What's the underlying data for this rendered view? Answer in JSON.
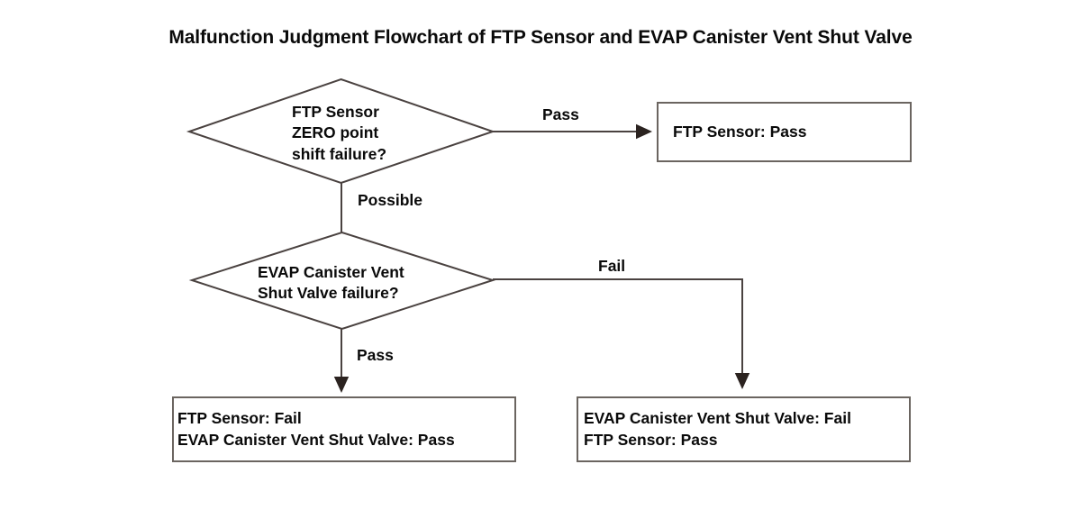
{
  "title": "Malfunction Judgment Flowchart of FTP Sensor and EVAP Canister Vent Shut Valve",
  "colors": {
    "background": "#ffffff",
    "line": "#4a4240",
    "box_border": "#6b6560",
    "text": "#0a0a0a"
  },
  "chart_data": {
    "type": "diagram",
    "title": "Malfunction Judgment Flowchart of FTP Sensor and EVAP Canister Vent Shut Valve",
    "nodes": [
      {
        "id": "decision1",
        "shape": "diamond",
        "lines": [
          "FTP Sensor",
          "ZERO point",
          "shift failure?"
        ]
      },
      {
        "id": "result_ftp_pass",
        "shape": "rectangle",
        "lines": [
          "FTP Sensor: Pass"
        ]
      },
      {
        "id": "decision2",
        "shape": "diamond",
        "lines": [
          "EVAP Canister Vent",
          "Shut Valve failure?"
        ]
      },
      {
        "id": "result_left",
        "shape": "rectangle",
        "lines": [
          "FTP Sensor: Fail",
          "EVAP Canister Vent Shut Valve: Pass"
        ]
      },
      {
        "id": "result_right",
        "shape": "rectangle",
        "lines": [
          "EVAP Canister Vent Shut Valve: Fail",
          "FTP Sensor: Pass"
        ]
      }
    ],
    "edges": [
      {
        "from": "decision1",
        "to": "result_ftp_pass",
        "label": "Pass",
        "direction": "right"
      },
      {
        "from": "decision1",
        "to": "decision2",
        "label": "Possible",
        "direction": "down"
      },
      {
        "from": "decision2",
        "to": "result_right",
        "label": "Fail",
        "direction": "right-then-down"
      },
      {
        "from": "decision2",
        "to": "result_left",
        "label": "Pass",
        "direction": "down"
      }
    ]
  },
  "nodes": {
    "decision1": {
      "line1": "FTP Sensor",
      "line2": "ZERO point",
      "line3": "shift failure?"
    },
    "decision2": {
      "line1": "EVAP Canister Vent",
      "line2": "Shut Valve failure?"
    },
    "result_ftp_pass": {
      "line1": "FTP Sensor: Pass"
    },
    "result_left": {
      "line1": "FTP Sensor: Fail",
      "line2": "EVAP Canister Vent Shut Valve: Pass"
    },
    "result_right": {
      "line1": "EVAP Canister Vent Shut Valve: Fail",
      "line2": "FTP Sensor: Pass"
    }
  },
  "edge_labels": {
    "pass_top": "Pass",
    "possible": "Possible",
    "fail": "Fail",
    "pass_left": "Pass"
  }
}
